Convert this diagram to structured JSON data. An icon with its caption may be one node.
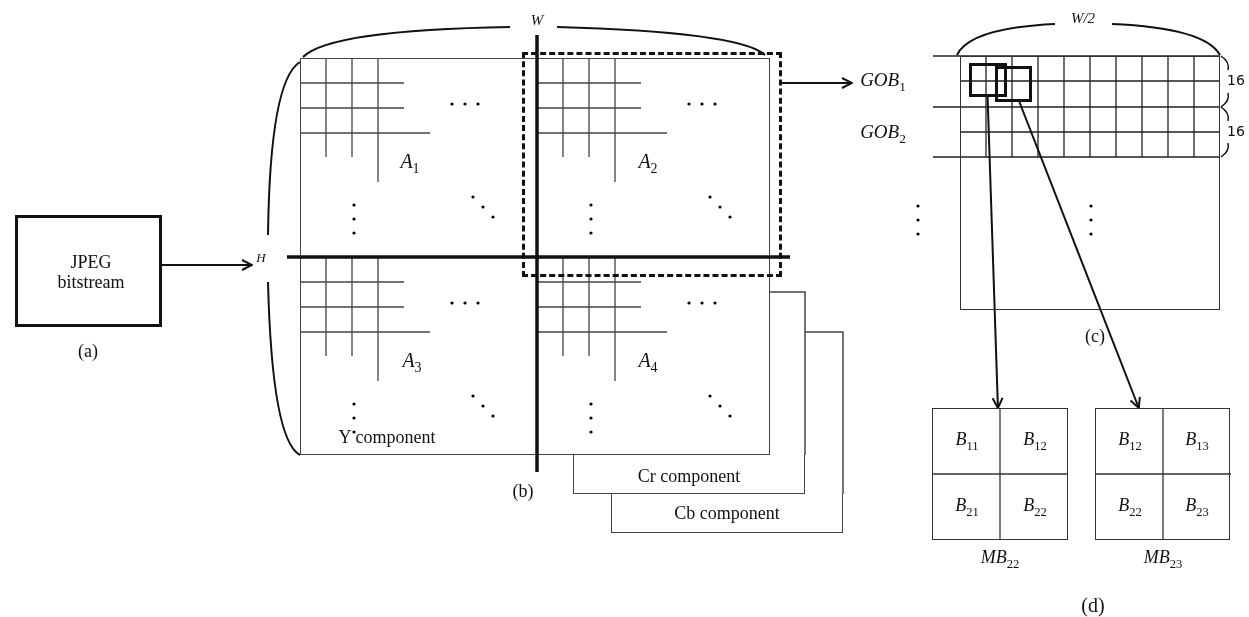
{
  "diagram": {
    "nodes": [
      {
        "text": [
          "JPEG bitstream"
        ],
        "beside": [
          "(a)"
        ]
      },
      {
        "text": [
          "H"
        ]
      },
      {
        "text": [
          "Y component"
        ],
        "beside": [
          "(b)"
        ]
      },
      {
        "text": [
          "Cr component"
        ]
      },
      {
        "text": [
          "Cb component"
        ]
      },
      {
        "text": [],
        "shape": "box"
      },
      {
        "text": [
          "GOB$_{1}$"
        ]
      },
      {
        "text": [
          "GOB$_{2}$"
        ]
      },
      {
        "text": [],
        "shape": "box",
        "beside": [
          "(c)"
        ]
      },
      {
        "text": [],
        "shape": "box",
        "in": 8
      },
      {
        "text": [],
        "shape": "box",
        "in": 8
      },
      {
        "text": [
          "B$_{11}$",
          "B$_{12}$",
          "B$_{21}$",
          "B$_{22}$"
        ],
        "beside": [
          "MB$_{22}$"
        ]
      },
      {
        "text": [
          "B$_{12}$",
          "B$_{13}$",
          "B$_{22}$",
          "B$_{23}$"
        ],
        "beside": [
          "MB$_{23}$"
        ]
      }
    ],
    "edges": [
      {
        "from": 0,
        "to": 1,
        "arrow": "to"
      },
      {
        "from": 5,
        "to": 6,
        "arrow": "to"
      },
      {
        "from": 9,
        "to": 11,
        "arrow": "to"
      },
      {
        "from": 10,
        "to": 12,
        "arrow": "to"
      }
    ],
    "labels": [
      "W",
      "A$_{1}$",
      "A$_{2}$",
      "A$_{3}$",
      "A$_{4}$",
      "W/2",
      "16",
      "16",
      "(d)"
    ]
  }
}
